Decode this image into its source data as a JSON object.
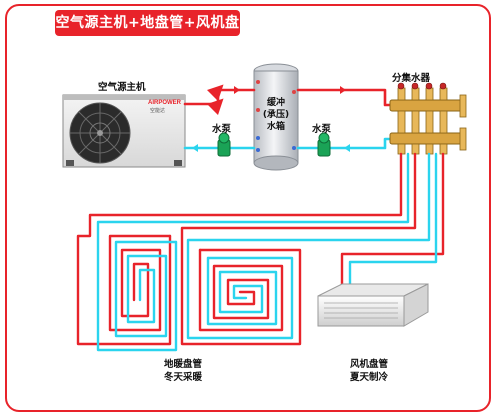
{
  "title": "空气源主机+地盘管+风机盘管",
  "labels": {
    "heat_pump": "空气源主机",
    "brand": "AIRPOWER",
    "brand_sub": "空能达",
    "tank_line1": "缓冲",
    "tank_line2": "(承压)",
    "tank_line3": "水箱",
    "pump_left": "水泵",
    "pump_right": "水泵",
    "manifold": "分集水器",
    "floor_line1": "地暖盘管",
    "floor_line2": "冬天采暖",
    "fancoil_line1": "风机盘管",
    "fancoil_line2": "夏天制冷"
  },
  "colors": {
    "supply": "#e8232a",
    "return": "#2ad4ee",
    "frame": "#e8232a",
    "pump": "#1aa356",
    "brass": "#d9a441"
  }
}
